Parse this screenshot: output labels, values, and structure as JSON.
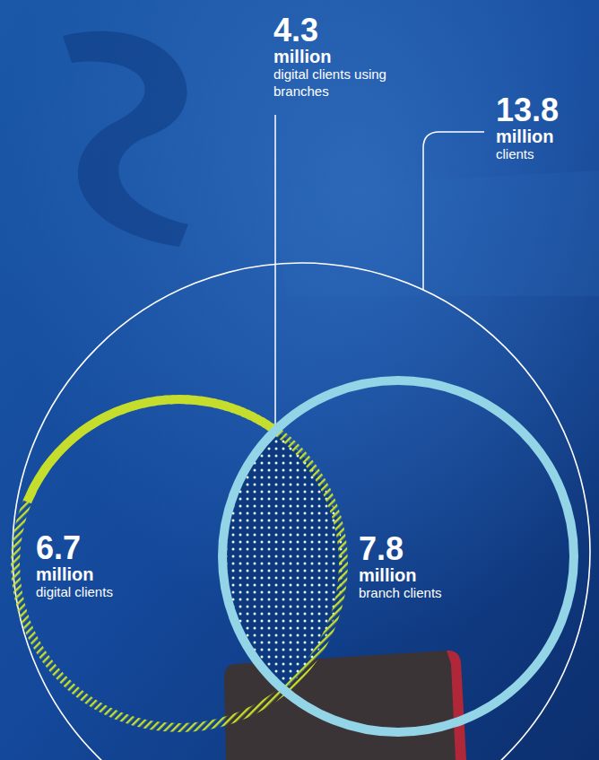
{
  "diagram": {
    "nodes": [
      {
        "text": [
          "13.8",
          "million",
          "clients"
        ]
      },
      {
        "text": [
          "6.7",
          "million",
          "digital clients"
        ],
        "in": 0
      },
      {
        "text": [
          "7.8",
          "million",
          "branch clients"
        ],
        "in": 0
      }
    ],
    "labels": [
      "4.3",
      "million",
      "digital clients using branches"
    ]
  }
}
